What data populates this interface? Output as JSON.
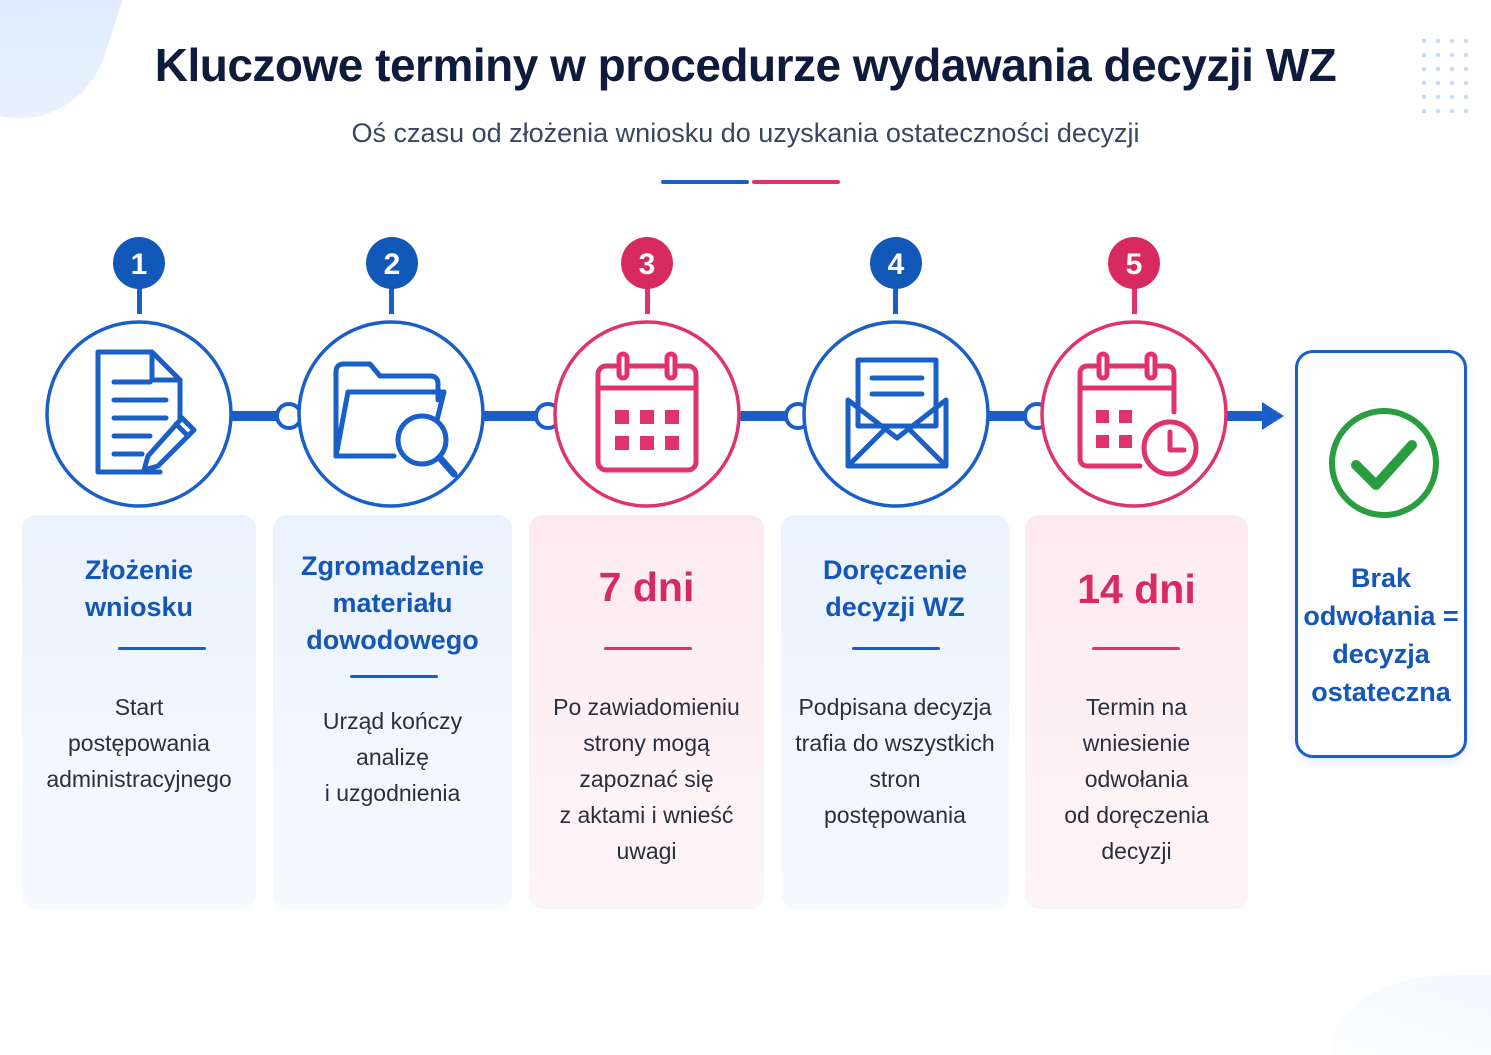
{
  "title": "Kluczowe terminy w procedurze wydawania decyzji WZ",
  "subtitle": "Oś czasu od złożenia wniosku do uzyskania ostateczności decyzji",
  "colors": {
    "blue": "#1a5fc8",
    "pink": "#e0336b",
    "green": "#2a9d3f"
  },
  "steps": [
    {
      "number": "1",
      "icon": "document-pen-icon",
      "title_lines": [
        "Złożenie",
        "wniosku"
      ],
      "desc_lines": [
        "Start",
        "postępowania",
        "administracyjnego"
      ]
    },
    {
      "number": "2",
      "icon": "folder-search-icon",
      "title_lines": [
        "Zgromadzenie",
        "materiału",
        "dowodowego"
      ],
      "desc_lines": [
        "Urząd kończy",
        "analizę",
        "i uzgodnienia"
      ]
    },
    {
      "number": "3",
      "icon": "calendar-icon",
      "title_lines": [
        "7 dni"
      ],
      "desc_lines": [
        "Po zawiadomieniu",
        "strony mogą",
        "zapoznać się",
        "z aktami i wnieść",
        "uwagi"
      ]
    },
    {
      "number": "4",
      "icon": "envelope-icon",
      "title_lines": [
        "Doręczenie",
        "decyzji WZ"
      ],
      "desc_lines": [
        "Podpisana decyzja",
        "trafia do wszystkich",
        "stron",
        "postępowania"
      ]
    },
    {
      "number": "5",
      "icon": "calendar-clock-icon",
      "title_lines": [
        "14 dni"
      ],
      "desc_lines": [
        "Termin na",
        "wniesienie",
        "odwołania",
        "od doręczenia",
        "decyzji"
      ]
    }
  ],
  "final": {
    "icon": "check-circle-icon",
    "text_lines": [
      "Brak",
      "odwołania =",
      "decyzja",
      "ostateczna"
    ]
  }
}
